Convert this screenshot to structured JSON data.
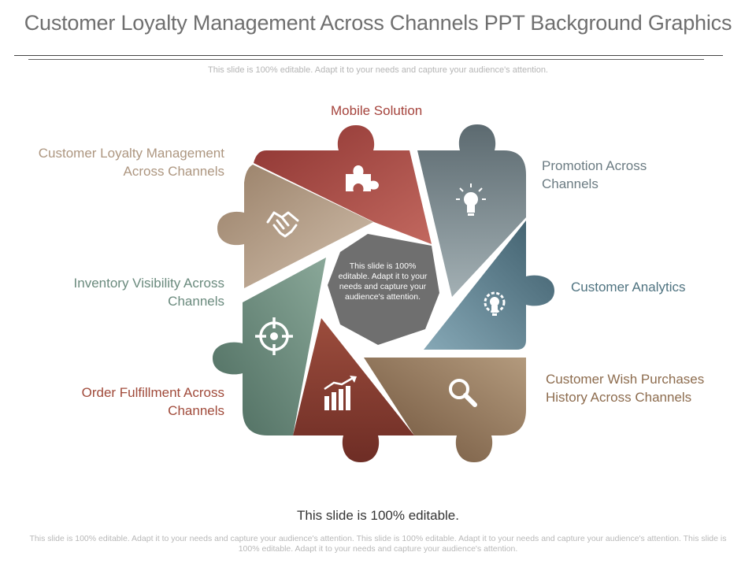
{
  "header": {
    "title": "Customer Loyalty Management Across Channels PPT Background Graphics",
    "subtitle": "This slide is 100% editable. Adapt it to your needs and capture your audience's attention."
  },
  "diagram": {
    "center_text": "This slide is 100% editable. Adapt it to your needs and capture your audience's attention.",
    "pieces": [
      {
        "label": "Mobile Solution",
        "icon": "puzzle-icon",
        "color": "#a4403b"
      },
      {
        "label": "Promotion Across Channels",
        "icon": "lightbulb-icon",
        "color": "#6b7a80"
      },
      {
        "label": "Customer Analytics",
        "icon": "bulb-gear-icon",
        "color": "#4f7786"
      },
      {
        "label": "Customer Wish Purchases History Across Channels",
        "icon": "magnifier-icon",
        "color": "#8a6b4d"
      },
      {
        "label": "Order Fulfillment Across Channels",
        "icon": "growth-chart-icon",
        "color": "#8d4436"
      },
      {
        "label": "Inventory Visibility Across Channels",
        "icon": "target-icon",
        "color": "#5b7b6d"
      },
      {
        "label": "Customer Loyalty Management Across Channels",
        "icon": "handshake-icon",
        "color": "#ad9680"
      }
    ],
    "hub_color": "#6f6f6f"
  },
  "footer": {
    "main": "This slide is 100% editable.",
    "small": "This slide is 100% editable. Adapt it to your needs and capture your audience's attention. This slide is 100% editable. Adapt it to your needs and capture your audience's attention. This slide is 100% editable. Adapt it to your needs and capture your audience's attention."
  }
}
